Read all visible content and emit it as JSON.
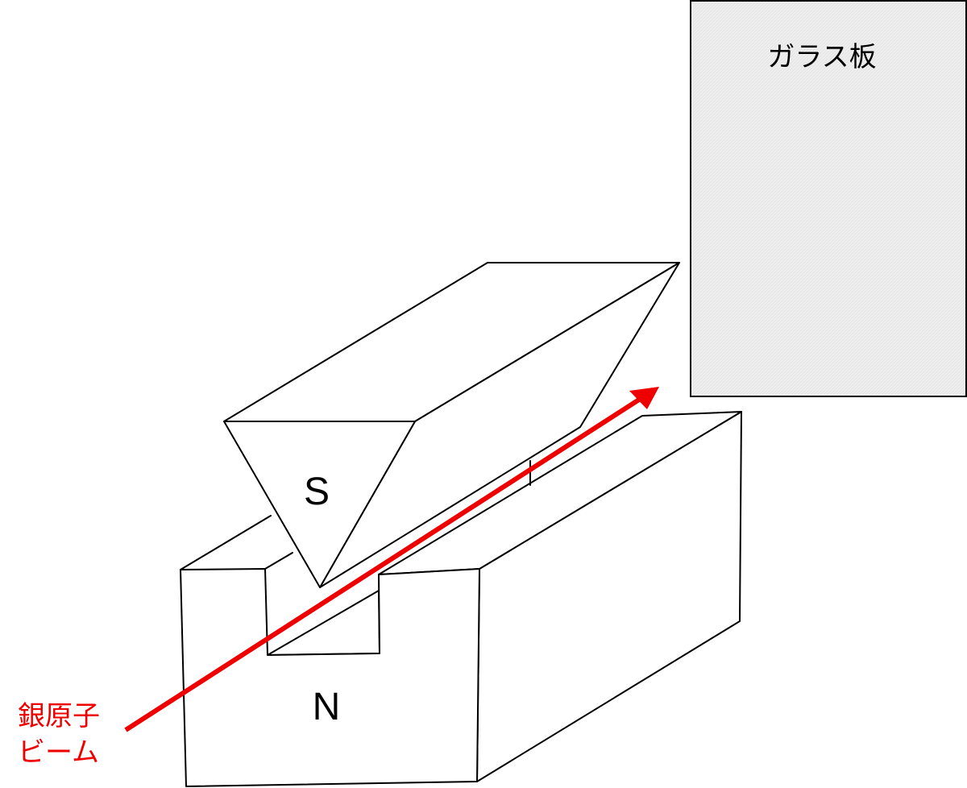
{
  "labels": {
    "glass_plate": "ガラス板",
    "south_pole": "S",
    "north_pole": "N",
    "beam_line1": "銀原子",
    "beam_line2": "ビーム"
  },
  "colors": {
    "beam": "#ee0000",
    "glass_fill": "#efefef",
    "outline": "#000000"
  }
}
